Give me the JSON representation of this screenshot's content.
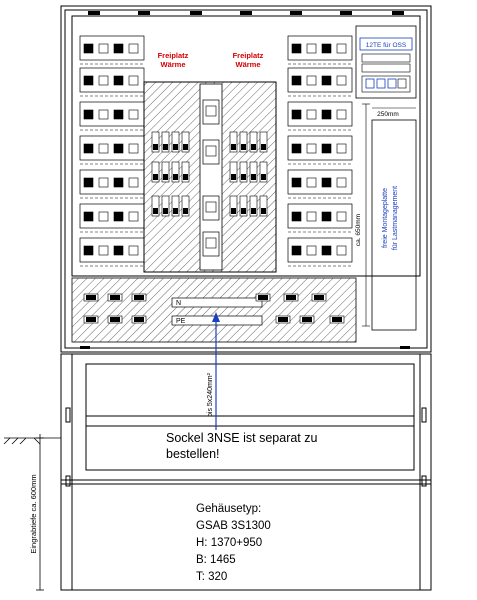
{
  "colors": {
    "line": "#000000",
    "accent_red": "#d40000",
    "accent_blue": "#1a3fbf",
    "panel_bg": "#ffffff"
  },
  "labels": {
    "freiplatz_left_1": "Freiplatz",
    "freiplatz_left_2": "Wärme",
    "freiplatz_right_1": "Freiplatz",
    "freiplatz_right_2": "Wärme",
    "module_12te": "12TE für OSS",
    "dim_250": "250mm",
    "dim_650": "ca. 650mm",
    "montage_1": "freie Montageplatte",
    "montage_2": "für Lastmanagement",
    "bus_n": "N",
    "bus_pe": "PE",
    "cable_spec": "bis 5x240mm²",
    "sockel_1": "Sockel 3NSE ist separat zu",
    "sockel_2": "bestellen!",
    "depth_label": "Eingrabtiefe ca. 600mm",
    "gehaeuse_title": "Gehäusetyp:",
    "gehaeuse_model": "GSAB 3S1300",
    "dim_h": "H: 1370+950",
    "dim_b": "B: 1465",
    "dim_t": "T: 320"
  }
}
